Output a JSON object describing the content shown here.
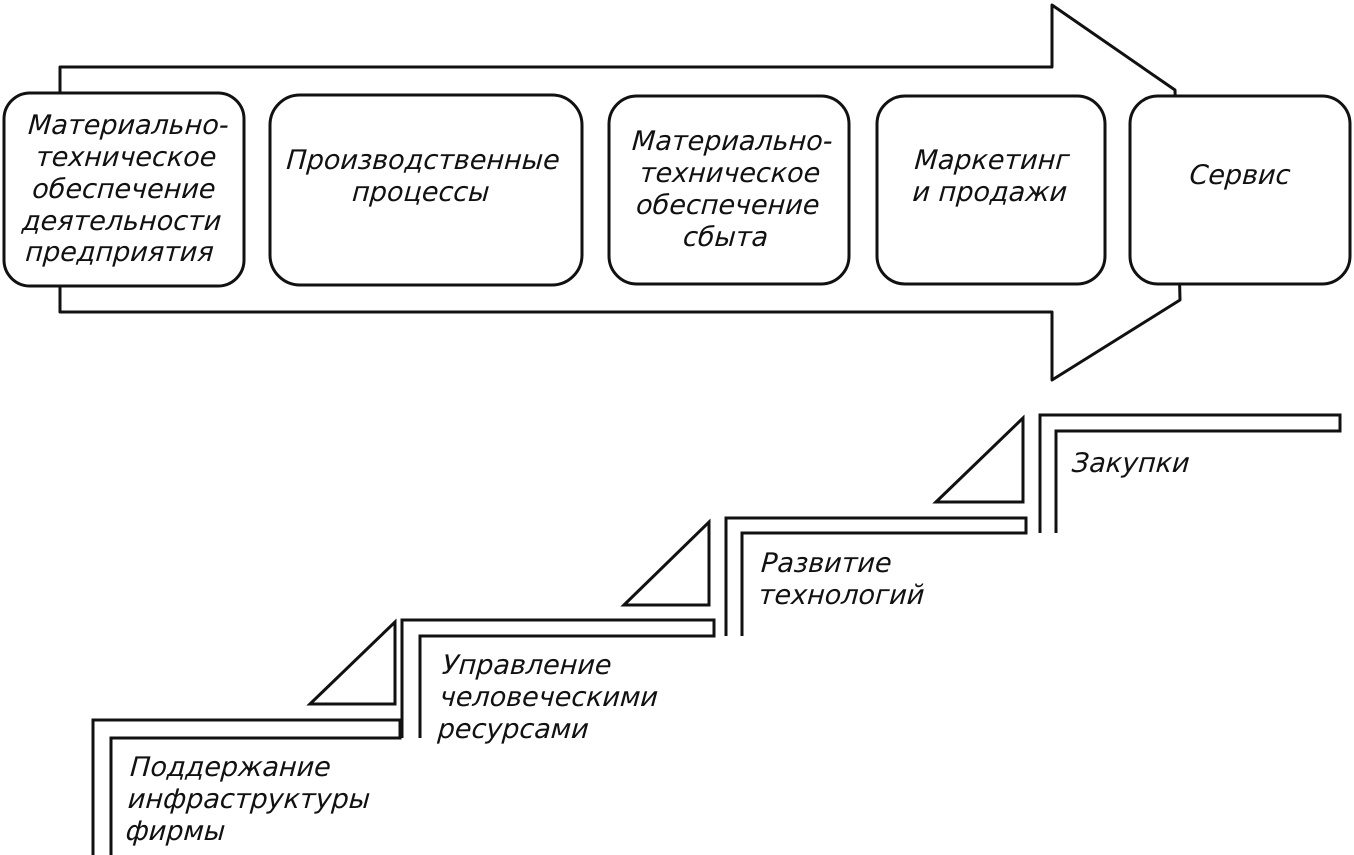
{
  "colors": {
    "ink": "#111111",
    "paper": "#ffffff"
  },
  "primary_activities": [
    {
      "id": "inbound-logistics",
      "label": "Материально-\nтехническое\nобеспечение\nдеятельности\nпредприятия"
    },
    {
      "id": "operations",
      "label": "Производственные\nпроцессы"
    },
    {
      "id": "outbound-logistics",
      "label": "Материально-\nтехническое\nобеспечение\nсбыта"
    },
    {
      "id": "marketing-sales",
      "label": "Маркетинг\nи продажи"
    },
    {
      "id": "service",
      "label": "Сервис"
    }
  ],
  "support_activities": [
    {
      "id": "infrastructure",
      "label": "Поддержание\nинфраструктуры\nфирмы"
    },
    {
      "id": "hr-management",
      "label": "Управление\nчеловеческими\nресурсами"
    },
    {
      "id": "technology-development",
      "label": "Развитие\nтехнологий"
    },
    {
      "id": "procurement",
      "label": "Закупки"
    }
  ]
}
